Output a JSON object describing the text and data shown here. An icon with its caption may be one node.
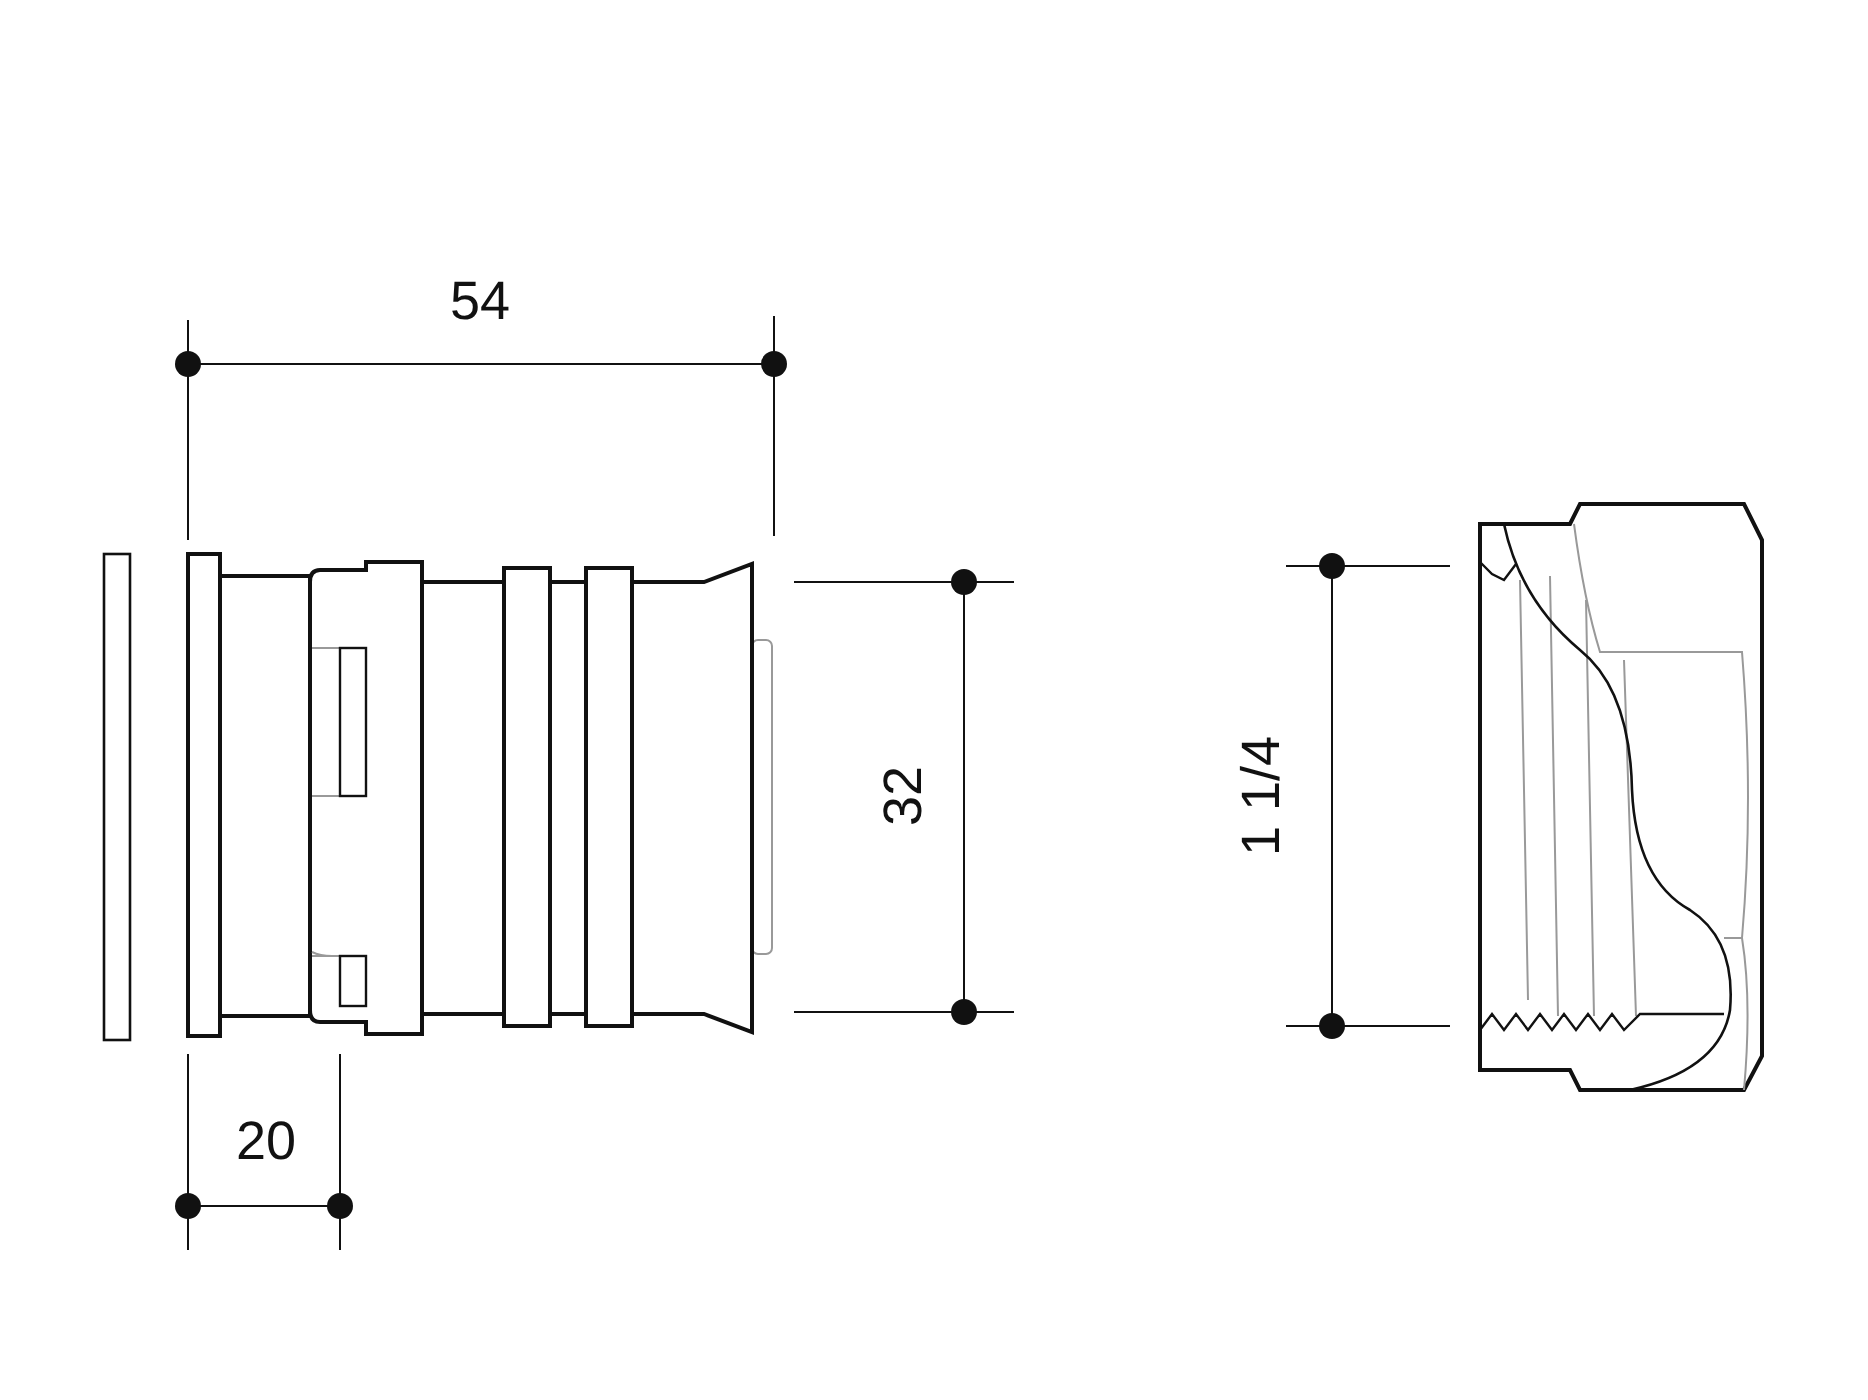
{
  "diagram": {
    "labels": [
      "54",
      "32",
      "1 1/4",
      "20"
    ]
  }
}
